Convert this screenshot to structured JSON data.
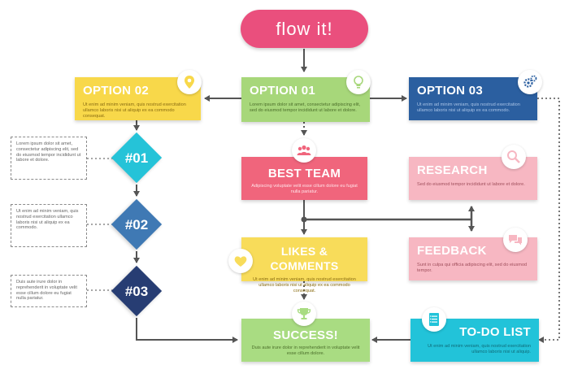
{
  "start": {
    "label": "flow it!"
  },
  "option2": {
    "title": "OPTION 02",
    "body": "Ut enim ad minim veniam, quis nostrud exercitation ullamco laboris nisi ut aliquip ex ea commodo consequat."
  },
  "option1": {
    "title": "OPTION 01",
    "body": "Lorem ipsum dolor sit amet, consectetur adipiscing elit, sed do eiusmod tempor incididunt ut labore et dolore."
  },
  "option3": {
    "title": "OPTION 03",
    "body": "Ut enim ad minim veniam, quis nostrud exercitation ullamco laboris nisi ut aliquip ex ea commodo."
  },
  "best_team": {
    "title": "BEST TEAM",
    "body": "Adipiscing voluptate velit esse cillum dolore eu fugiat nulla pariatur."
  },
  "research": {
    "title": "RESEARCH",
    "body": "Sed do eiusmod tempor incididunt ut labore et dolore."
  },
  "likes": {
    "title": "LIKES & COMMENTS",
    "body": "Ut enim ad minim veniam, quis nostrud exercitation ullamco laboris nisi ut aliquip ex ea commodo consequat."
  },
  "feedback": {
    "title": "FEEDBACK",
    "body": "Sunt in culpa qui officia adipiscing elit, sed do eiusmod tempor."
  },
  "success": {
    "title": "SUCCESS!",
    "body": "Duis aute irure dolor in reprehenderit in voluptate velit esse cillum dolore."
  },
  "todo": {
    "title": "TO-DO LIST",
    "body": "Ut enim ad minim veniam, quis nostrud exercitation ullamco laboris nisi ut aliquip."
  },
  "steps": [
    {
      "label": "#01",
      "note": "Lorem ipsum dolor sit amet, consectetur adipiscing elit, sed do eiusmod tempor incididunt ut labore et dolore."
    },
    {
      "label": "#02",
      "note": "Ut enim ad minim veniam, quis nostrud exercitation ullamco laboris nisi ut aliquip ex ea commodo."
    },
    {
      "label": "#03",
      "note": "Duis aute irure dolor in reprehenderit in voluptate velit esse cillum dolore eu fugiat nulla pariatur."
    }
  ],
  "icons": {
    "option2": "location-pin-icon",
    "option1": "lightbulb-icon",
    "option3": "gears-icon",
    "best_team": "team-icon",
    "research": "magnifier-icon",
    "likes": "heart-icon",
    "feedback": "chat-bubbles-icon",
    "success": "trophy-icon",
    "todo": "checklist-icon"
  },
  "colors": {
    "start": "#ea4f7d",
    "option2": "#f8d84a",
    "option1": "#a7d77a",
    "option3": "#2b5fa0",
    "best_team": "#f0657c",
    "research": "#f7b7c2",
    "likes": "#f8dc5a",
    "feedback": "#f7b7c2",
    "success": "#a9dc82",
    "todo": "#22c3d9",
    "step1": "#25c3d8",
    "step2": "#3f79b4",
    "step3": "#273d73",
    "connector": "#555555"
  }
}
